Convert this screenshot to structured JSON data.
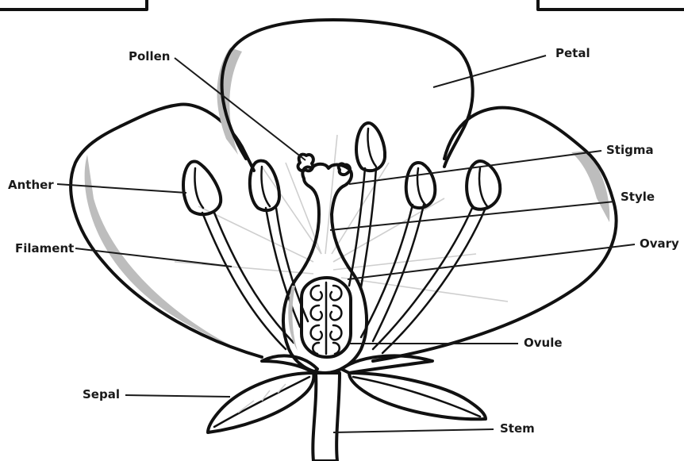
{
  "diagram": {
    "labels": {
      "pollen": "Pollen",
      "petal": "Petal",
      "stigma": "Stigma",
      "anther": "Anther",
      "style": "Style",
      "filament": "Filament",
      "ovary": "Ovary",
      "ovule": "Ovule",
      "sepal": "Sepal",
      "stem": "Stem"
    },
    "colors": {
      "ink": "#111111",
      "shading": "#bdbdbd",
      "paper": "#ffffff"
    }
  }
}
